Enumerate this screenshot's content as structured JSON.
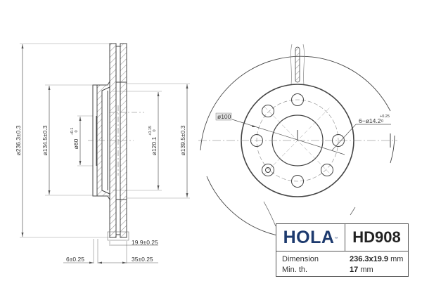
{
  "side_view": {
    "dims": {
      "outer_diameter": "ø236.3±0.3",
      "hat_diameter": "ø134.5±0.3",
      "center_bore": "ø60",
      "center_bore_tol_upper": "+0.1",
      "center_bore_tol_lower": "0",
      "hub_inner": "ø120.1",
      "hub_inner_tol_upper": "+0.15",
      "hub_inner_tol_lower": "0",
      "hub_outer": "ø139.5±0.3",
      "thickness": "19.9±0.25",
      "flange": "6±0.25",
      "height": "35±0.25"
    }
  },
  "front_view": {
    "pcd": "ø100",
    "holes": "6−ø14.2",
    "holes_tol_upper": "+0.25",
    "holes_tol_lower": "0"
  },
  "info_box": {
    "brand": "HOLA",
    "brand_tm": "™",
    "part_number": "HD908",
    "rows": [
      {
        "label": "Dimension",
        "value": "236.3x19.9",
        "unit": "mm"
      },
      {
        "label": "Min.  th.",
        "value": "17",
        "unit": "mm"
      }
    ]
  },
  "colors": {
    "line": "#444444",
    "brand": "#1d3a6e"
  }
}
